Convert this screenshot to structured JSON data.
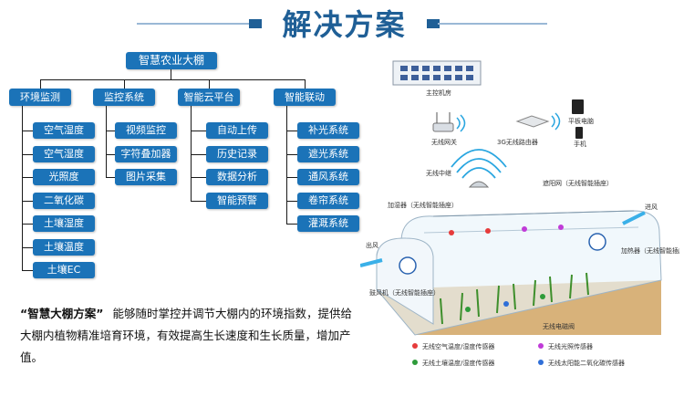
{
  "title": "解决方案",
  "diagram": {
    "root": "智慧农业大棚",
    "categories": [
      {
        "label": "环境监测",
        "items": [
          "空气湿度",
          "空气湿度",
          "光照度",
          "二氧化碳",
          "土壤湿度",
          "土壤温度",
          "土壤EC"
        ]
      },
      {
        "label": "监控系统",
        "items": [
          "视频监控",
          "字符叠加器",
          "图片采集"
        ]
      },
      {
        "label": "智能云平台",
        "items": [
          "自动上传",
          "历史记录",
          "数据分析",
          "智能预警"
        ]
      },
      {
        "label": "智能联动",
        "items": [
          "补光系统",
          "遮光系统",
          "通风系统",
          "卷帘系统",
          "灌溉系统"
        ]
      }
    ]
  },
  "description": {
    "lead": "“智慧大棚方案”",
    "body": "能够随时掌控并调节大棚内的环境指数，提供给大棚内植物精准培育环境，有效提高生长速度和生长质量，增加产值。"
  },
  "illustration": {
    "labels": {
      "server": "主控机房",
      "gateway": "无线网关",
      "router": "3G无线路由器",
      "tablet": "平板电脑",
      "phone": "手机",
      "relay": "无线中继",
      "humidifier": "加湿器（无线智能插座）",
      "shade": "遮阳网（无线智能插座）",
      "inwind": "进风",
      "outwind": "出风",
      "heater": "加热器（无线智能插座）",
      "fan": "鼓风机（无线智能插座）",
      "valve": "无线电磁阀"
    },
    "legend": [
      {
        "label": "无线空气温度/湿度传感器",
        "color": "#e63b3b"
      },
      {
        "label": "无线光照传感器",
        "color": "#c03bd8"
      },
      {
        "label": "无线土壤温度/湿度传感器",
        "color": "#2e9b3a"
      },
      {
        "label": "无线太阳能二氧化碳传感器",
        "color": "#2f6fd8"
      }
    ]
  }
}
